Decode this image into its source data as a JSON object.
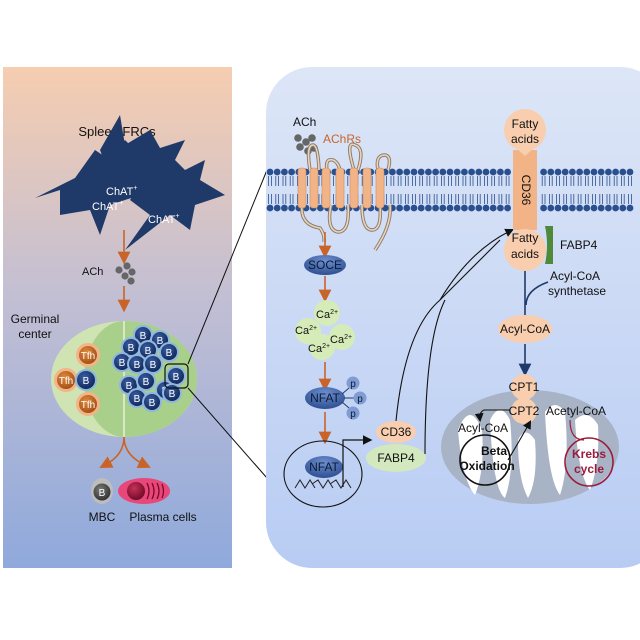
{
  "left_panel": {
    "title": "Spleen FRCs",
    "frc_labels": [
      "ChAT+",
      "ChAT+",
      "ChAT+"
    ],
    "frc_label_base": "ChAT",
    "frc_label_sup": "+",
    "ach_label": "ACh",
    "germinal_center_label_line1": "Germinal",
    "germinal_center_label_line2": "center",
    "tfh_label": "Tfh",
    "b_label": "B",
    "mbc_label": "MBC",
    "plasma_label": "Plasma cells"
  },
  "right_panel": {
    "ach_label": "ACh",
    "achrs_label": "AChRs",
    "soce_label": "SOCE",
    "ca_base": "Ca",
    "ca_sup": "2+",
    "nfat_label": "NFAT",
    "p_label": "p",
    "nucleus_nfat_label": "NFAT",
    "cd36_label": "CD36",
    "fabp4_label": "FABP4",
    "fatty_acids_line1": "Fatty",
    "fatty_acids_line2": "acids",
    "membrane_cd36_label": "CD36",
    "fabp4_membrane_label": "FABP4",
    "acyl_coa_synthetase_line1": "Acyl-CoA",
    "acyl_coa_synthetase_line2": "synthetase",
    "acyl_coa_label": "Acyl-CoA",
    "cpt1_label": "CPT1",
    "cpt2_label": "CPT2",
    "acetyl_coa_label": "Acetyl-CoA",
    "mito_acyl_coa_label": "Acyl-CoA",
    "beta_ox_line1": "Beta",
    "beta_ox_line2": "Oxidation",
    "krebs_line1": "Krebs",
    "krebs_line2": "cycle"
  },
  "colors": {
    "frc_cell": "#1f3a68",
    "arrow_orange": "#c8642a",
    "receptor": "#f2b487",
    "lipid_head": "#2a4f8f",
    "b_cell": "#14306a",
    "tfh_cell": "#c86a24",
    "krebs": "#9b1b3c",
    "fabp4_bar": "#4f8a3a"
  }
}
